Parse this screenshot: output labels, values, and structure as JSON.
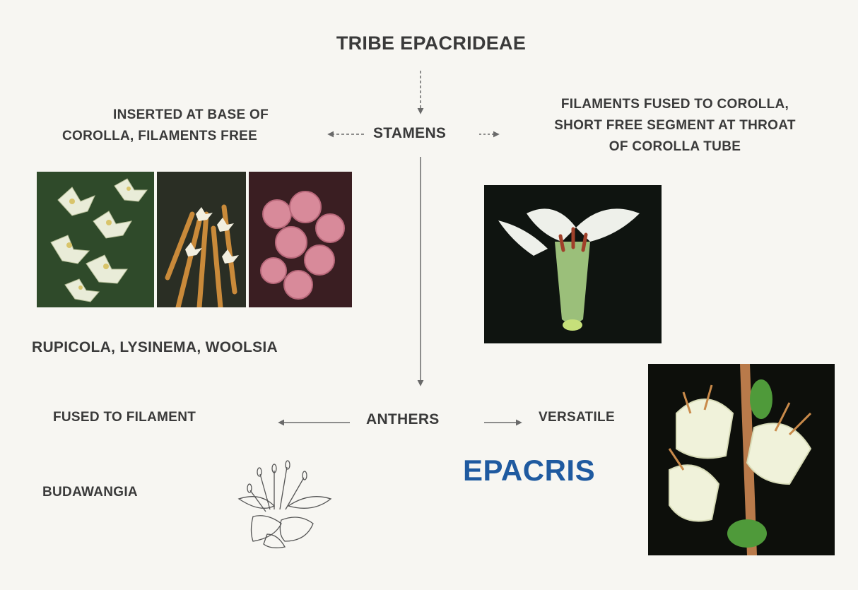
{
  "title": "TRIBE EPACRIDEAE",
  "stamens": {
    "label": "STAMENS",
    "left_line1": "INSERTED AT BASE OF",
    "left_line2": "COROLLA,  FILAMENTS FREE",
    "right_line1": "FILAMENTS FUSED TO COROLLA,",
    "right_line2": "SHORT FREE SEGMENT AT THROAT",
    "right_line3": "OF COROLLA TUBE"
  },
  "genera_left": "RUPICOLA, LYSINEMA, WOOLSIA",
  "anthers": {
    "label": "ANTHERS",
    "left": "FUSED TO FILAMENT",
    "right": "VERSATILE"
  },
  "genus_budawangia": "BUDAWANGIA",
  "genus_epacris": "EPACRIS",
  "colors": {
    "text": "#3a3a3a",
    "epacris": "#1f5aa0",
    "arrow": "#6a6a6a"
  }
}
